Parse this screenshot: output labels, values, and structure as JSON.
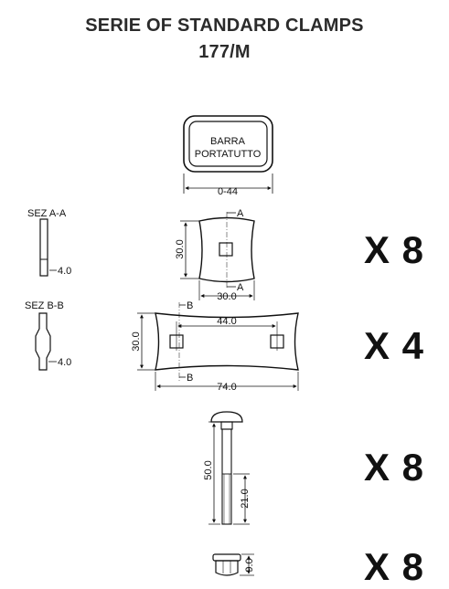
{
  "title": {
    "line1": "SERIE OF STANDARD CLAMPS",
    "line2": "177/M"
  },
  "bar": {
    "label_line1": "BARRA",
    "label_line2": "PORTATUTTO",
    "dimension": "0-44"
  },
  "section_a": {
    "title": "SEZ A-A",
    "thickness": "4.0"
  },
  "section_b": {
    "title": "SEZ B-B",
    "thickness": "4.0"
  },
  "square_plate": {
    "width": "30.0",
    "height": "30.0",
    "marker_top": "A",
    "marker_bottom": "A"
  },
  "long_plate": {
    "height": "30.0",
    "hole_spacing": "44.0",
    "length": "74.0",
    "marker_top": "B",
    "marker_bottom": "B"
  },
  "bolt": {
    "length": "50.0",
    "thread_length": "21.0"
  },
  "nut": {
    "height": "9.0"
  },
  "quantities": [
    "X 8",
    "X 4",
    "X 8",
    "X 8"
  ]
}
